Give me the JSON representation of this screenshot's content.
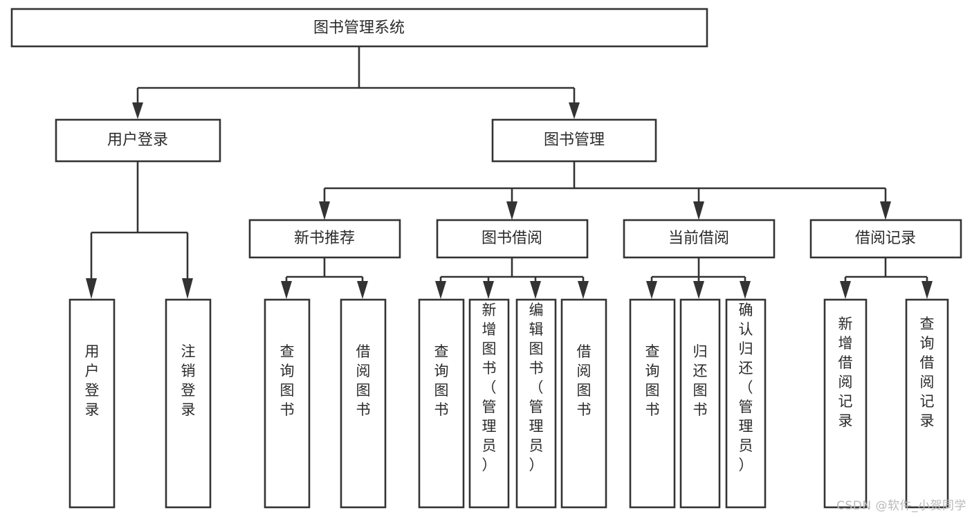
{
  "diagram": {
    "type": "tree-flowchart",
    "orientation": "top-down",
    "root": {
      "id": "root",
      "label": "图书管理系统"
    },
    "level2": [
      {
        "id": "user-login",
        "label": "用户登录"
      },
      {
        "id": "book-manage",
        "label": "图书管理"
      }
    ],
    "level3": [
      {
        "id": "new-book-rec",
        "label": "新书推荐",
        "parent": "book-manage"
      },
      {
        "id": "book-borrow",
        "label": "图书借阅",
        "parent": "book-manage"
      },
      {
        "id": "current-borrow",
        "label": "当前借阅",
        "parent": "book-manage"
      },
      {
        "id": "borrow-record",
        "label": "借阅记录",
        "parent": "book-manage"
      }
    ],
    "leaves": [
      {
        "id": "leaf-user-login",
        "label": "用户登录",
        "parent": "user-login"
      },
      {
        "id": "leaf-logout",
        "label": "注销登录",
        "parent": "user-login"
      },
      {
        "id": "leaf-query-book-1",
        "label": "查询图书",
        "parent": "new-book-rec"
      },
      {
        "id": "leaf-borrow-book-1",
        "label": "借阅图书",
        "parent": "new-book-rec"
      },
      {
        "id": "leaf-query-book-2",
        "label": "查询图书",
        "parent": "book-borrow"
      },
      {
        "id": "leaf-add-book",
        "label": "新增图书（管理员）",
        "parent": "book-borrow"
      },
      {
        "id": "leaf-edit-book",
        "label": "编辑图书（管理员）",
        "parent": "book-borrow"
      },
      {
        "id": "leaf-borrow-book-2",
        "label": "借阅图书",
        "parent": "book-borrow"
      },
      {
        "id": "leaf-query-book-3",
        "label": "查询图书",
        "parent": "current-borrow"
      },
      {
        "id": "leaf-return-book",
        "label": "归还图书",
        "parent": "current-borrow"
      },
      {
        "id": "leaf-confirm-return",
        "label": "确认归还（管理员）",
        "parent": "current-borrow"
      },
      {
        "id": "leaf-add-record",
        "label": "新增借阅记录",
        "parent": "borrow-record"
      },
      {
        "id": "leaf-query-record",
        "label": "查询借阅记录",
        "parent": "borrow-record"
      }
    ]
  },
  "watermark": {
    "text": "CSDN @软件_小贺同学"
  },
  "colors": {
    "stroke": "#333333",
    "text": "#2b2b2b",
    "background": "#ffffff",
    "watermark": "#b9b9b9"
  }
}
